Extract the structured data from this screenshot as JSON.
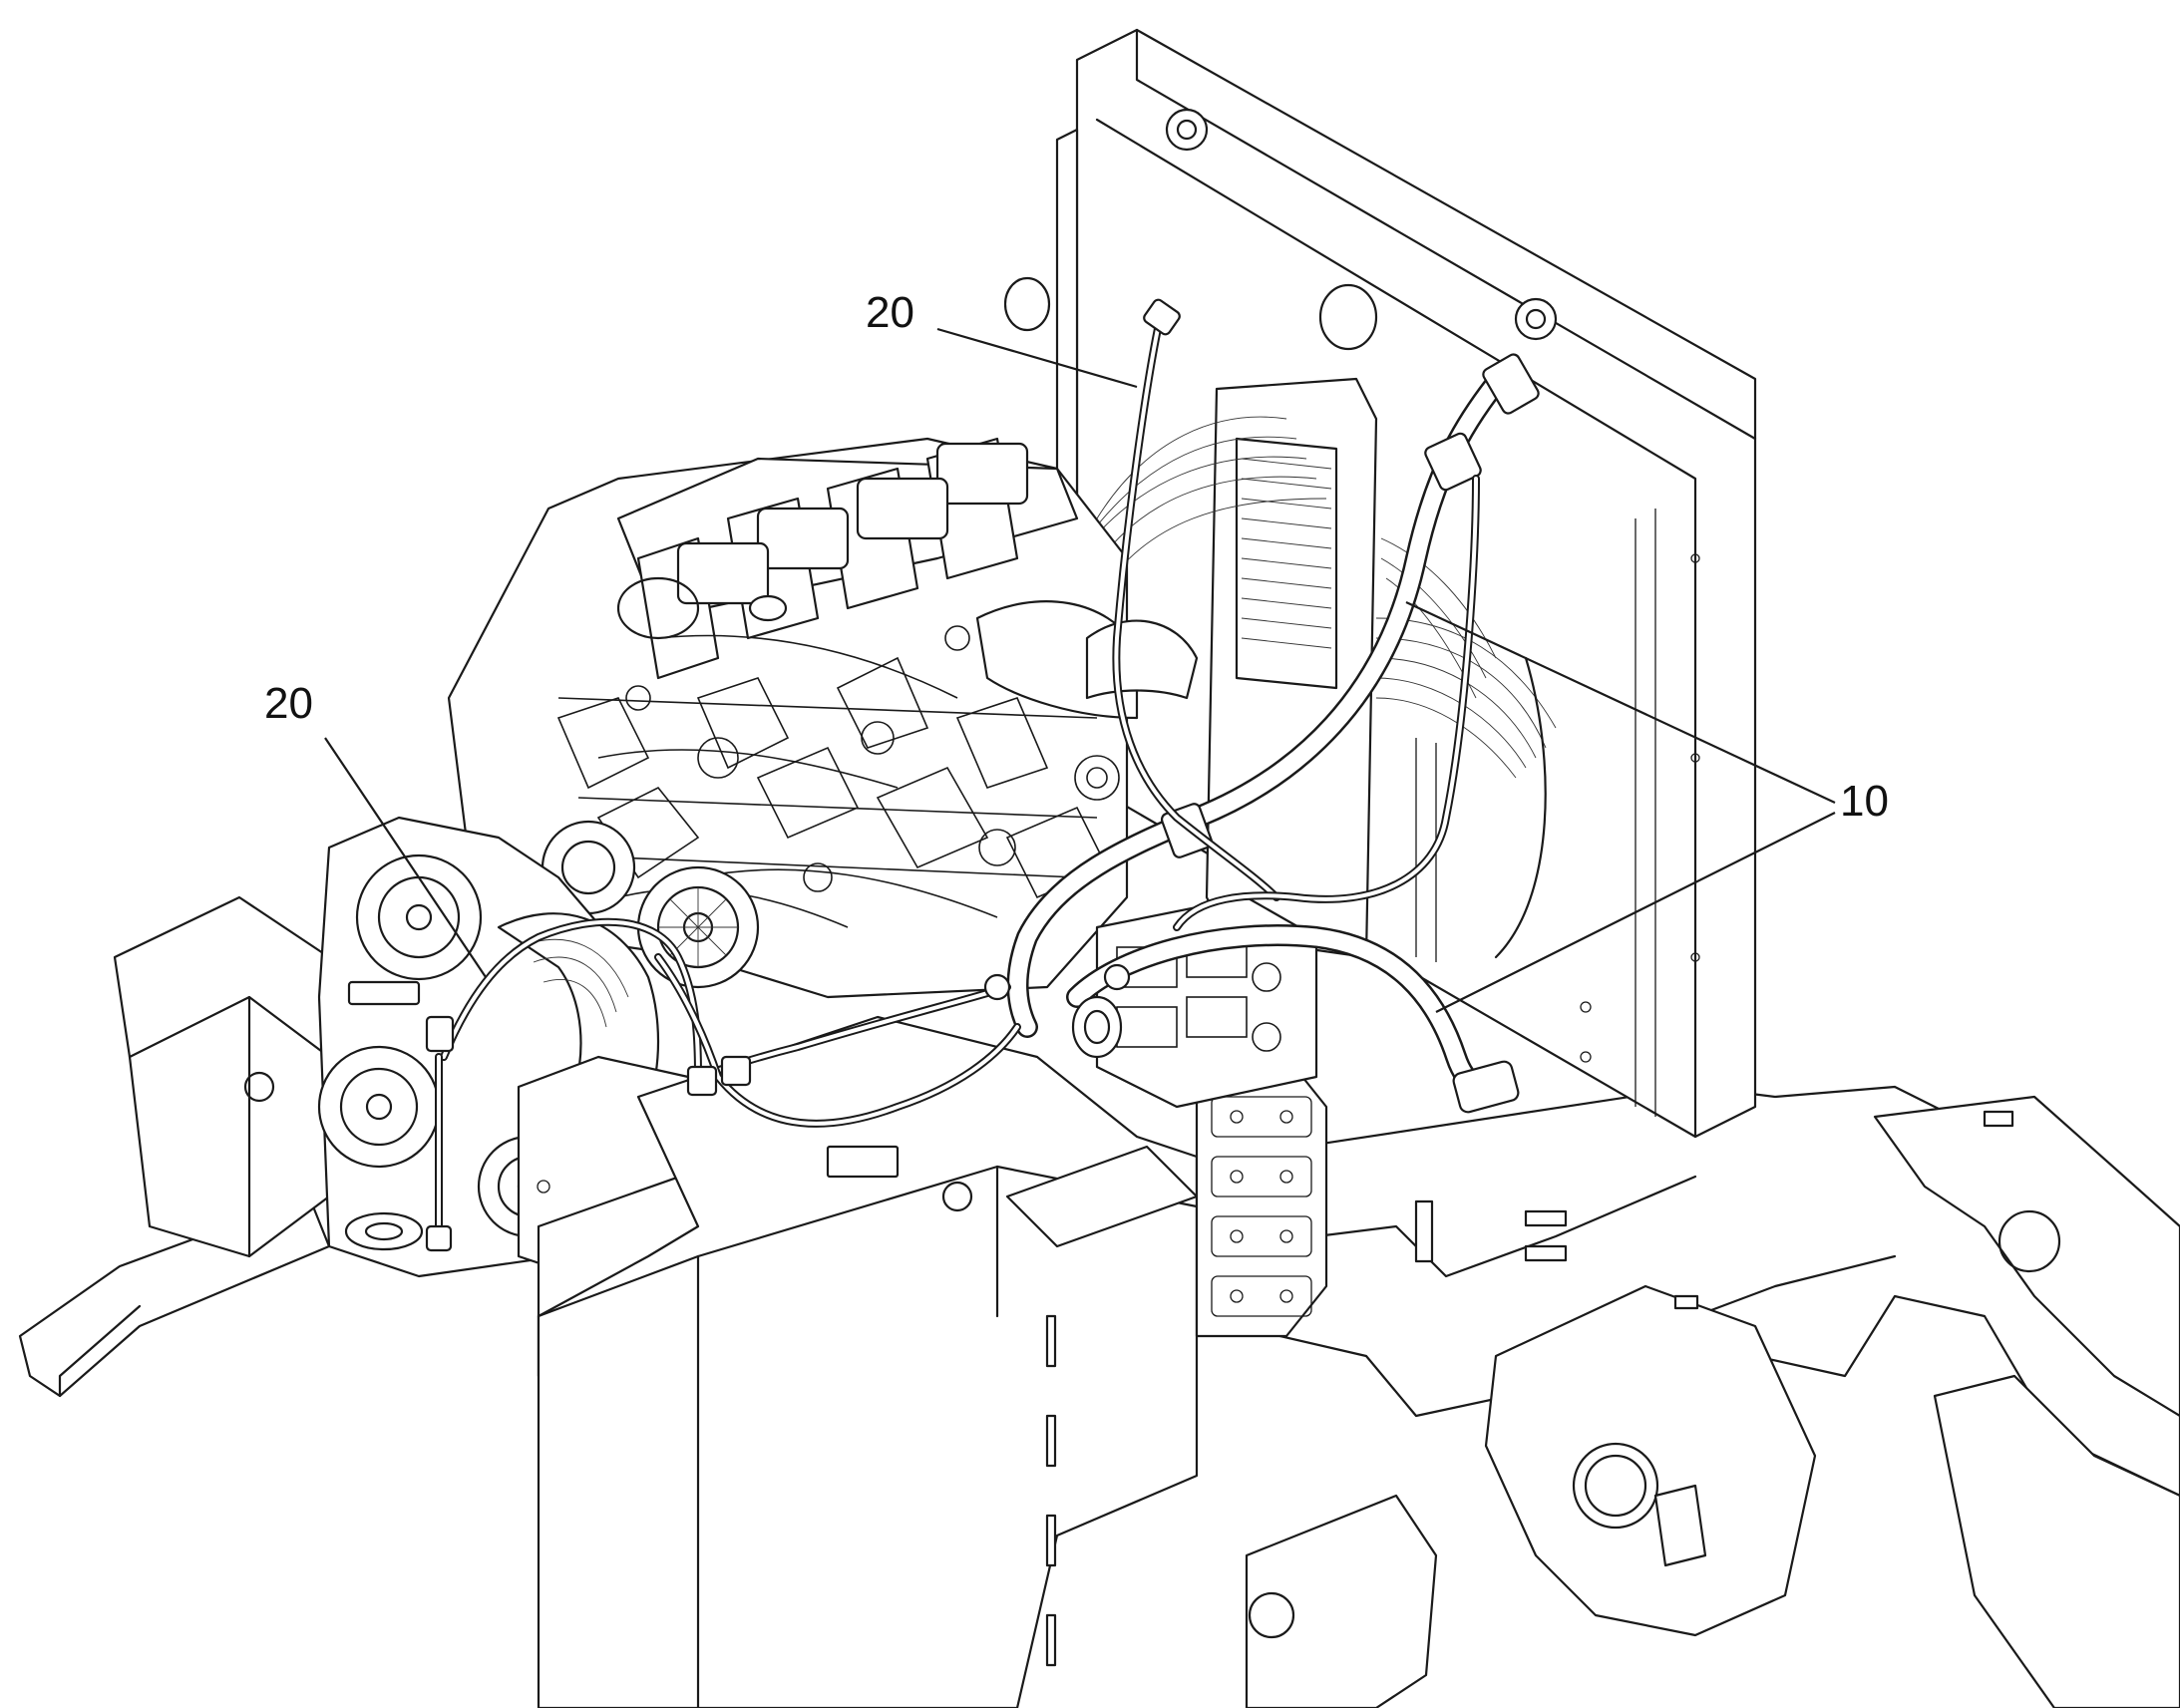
{
  "diagram": {
    "callouts": [
      {
        "id": "callout-20-top",
        "label": "20"
      },
      {
        "id": "callout-20-left",
        "label": "20"
      },
      {
        "id": "callout-10",
        "label": "10"
      }
    ],
    "colors": {
      "line": "#1a1a1a",
      "background": "#ffffff"
    }
  }
}
